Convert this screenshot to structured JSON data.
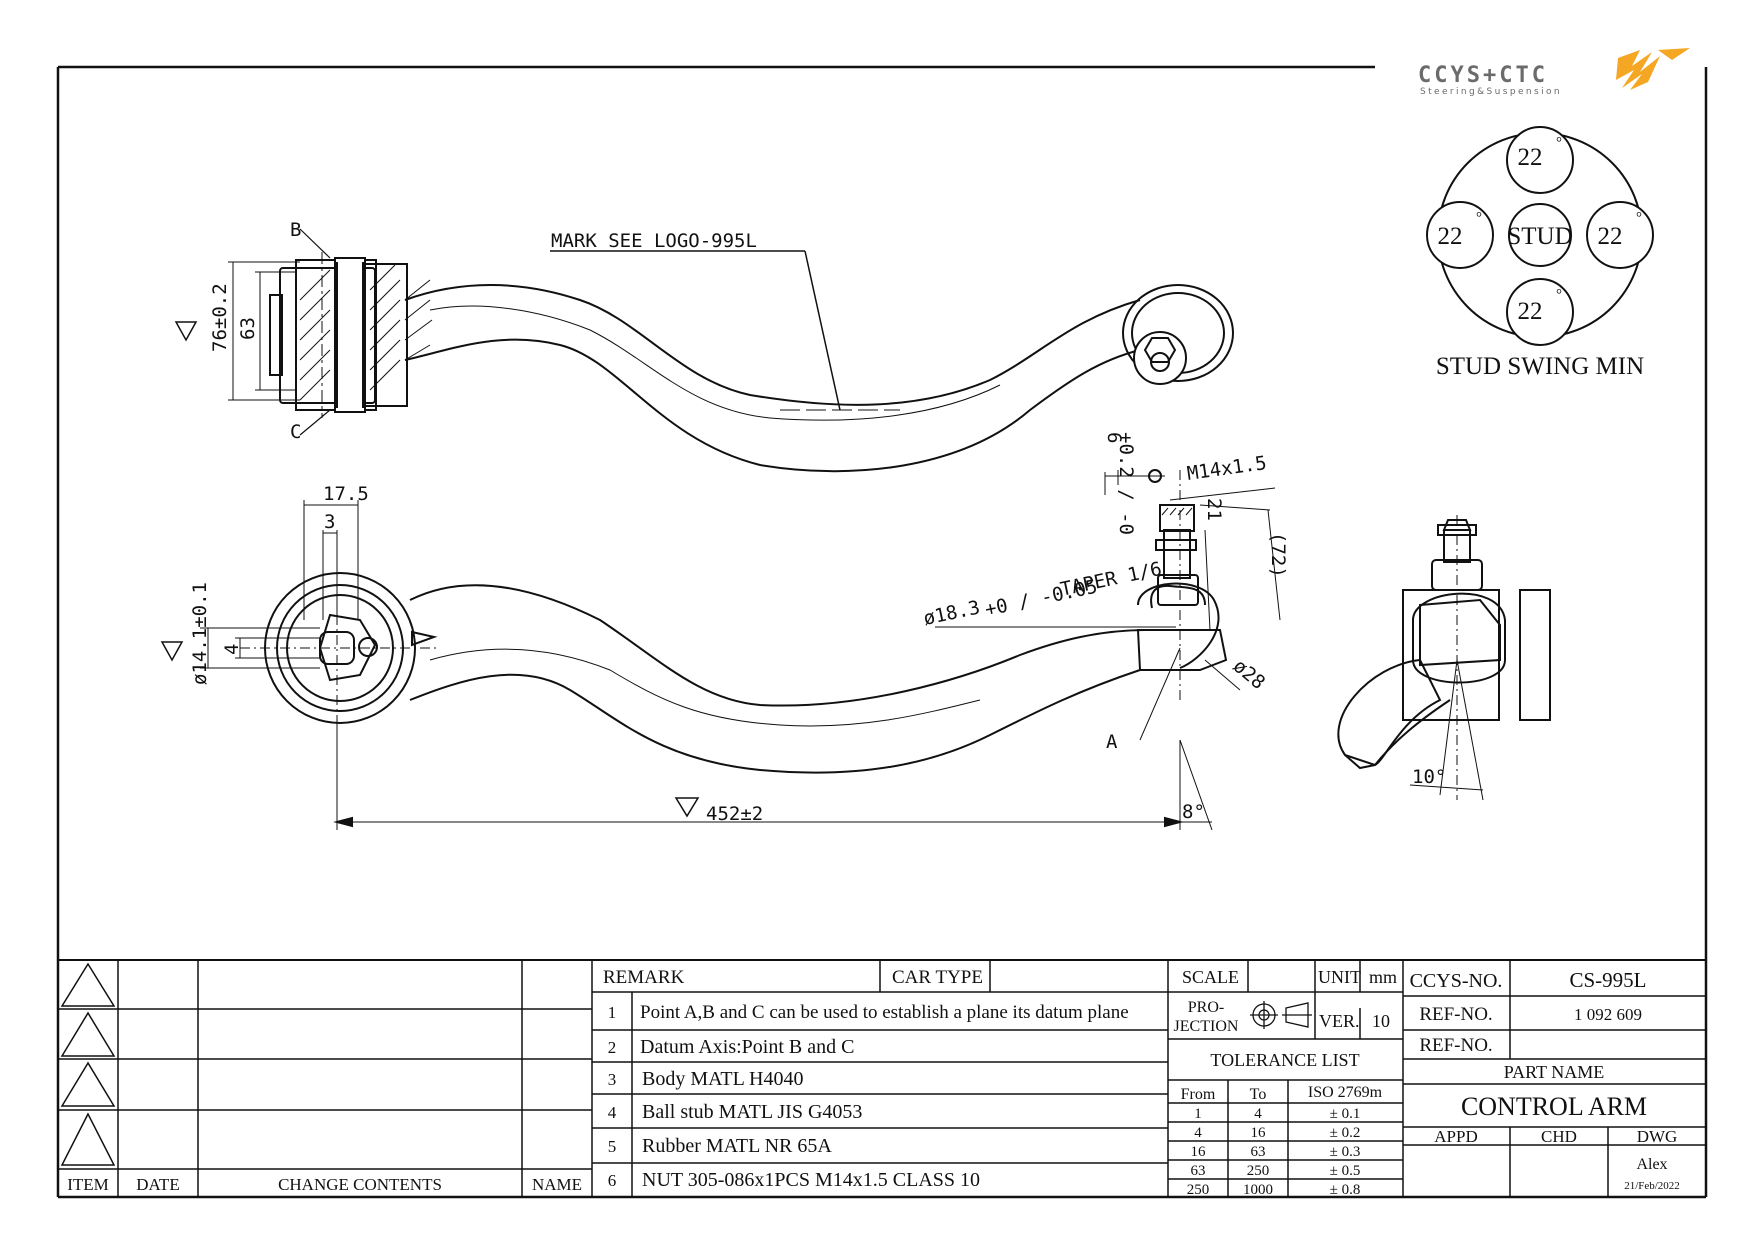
{
  "logo": {
    "brand": "CCYS+CTC",
    "tagline": "Steering&Suspension",
    "accent_color": "#f5a623",
    "icon": "ccys-ctc-logo"
  },
  "stud_swing": {
    "center_label": "STUD",
    "values": [
      "22",
      "22",
      "22",
      "22"
    ],
    "degree_mark": "°",
    "caption": "STUD SWING MIN"
  },
  "annotations": {
    "mark_note": "MARK SEE LOGO-995L",
    "point_b": "B",
    "point_c": "C",
    "point_a": "A",
    "dim_76": "76±0.2",
    "dim_63": "63",
    "dim_17_5": "17.5",
    "dim_3": "3",
    "dim_4": "4",
    "dim_14_1": "ø14.1±0.1",
    "dim_452": "452±2",
    "dim_8deg": "8°",
    "dim_6": "6",
    "dim_6_tol": "+0.2 / -0",
    "dim_m14": "M14x1.5",
    "dim_21": "21",
    "dim_72": "(72)",
    "dim_taper": "ø18.3",
    "dim_taper_tol": "+0 / -0.05",
    "dim_taper_ratio": "TAPER 1/6",
    "dim_28": "ø28",
    "dim_10deg": "10°"
  },
  "change_block": {
    "headers": [
      "ITEM",
      "DATE",
      "CHANGE CONTENTS",
      "NAME"
    ]
  },
  "remark": {
    "title": "REMARK",
    "car_type_label": "CAR TYPE",
    "car_type_value": "",
    "items": [
      {
        "no": "1",
        "text": "Point A,B and C can be used to establish a plane its datum plane"
      },
      {
        "no": "2",
        "text": "Datum Axis:Point B and C"
      },
      {
        "no": "3",
        "text": "Body MATL H4040"
      },
      {
        "no": "4",
        "text": "Ball stub MATL JIS G4053"
      },
      {
        "no": "5",
        "text": "Rubber MATL NR 65A"
      },
      {
        "no": "6",
        "text": "NUT 305-086x1PCS M14x1.5 CLASS 10"
      }
    ]
  },
  "scale_block": {
    "scale_label": "SCALE",
    "scale_value": "",
    "unit_label": "UNIT",
    "unit_value": "mm",
    "projection_label_1": "PRO-",
    "projection_label_2": "JECTION",
    "projection_icon": "first-angle-projection-icon",
    "ver_label": "VER.",
    "ver_value": "10"
  },
  "tolerance": {
    "title": "TOLERANCE LIST",
    "headers": [
      "From",
      "To",
      "ISO 2769m"
    ],
    "rows": [
      [
        "1",
        "4",
        "± 0.1"
      ],
      [
        "4",
        "16",
        "± 0.2"
      ],
      [
        "16",
        "63",
        "± 0.3"
      ],
      [
        "63",
        "250",
        "± 0.5"
      ],
      [
        "250",
        "1000",
        "± 0.8"
      ]
    ]
  },
  "title_block": {
    "ccys_no_label": "CCYS-NO.",
    "ccys_no_value": "CS-995L",
    "ref_no_label": "REF-NO.",
    "ref_no_value": "1 092 609",
    "ref_no_label_2": "REF-NO.",
    "ref_no_value_2": "",
    "part_name_label": "PART NAME",
    "part_name_value": "CONTROL ARM",
    "appd_label": "APPD",
    "chd_label": "CHD",
    "dwg_label": "DWG",
    "dwg_name": "Alex",
    "dwg_date": "21/Feb/2022"
  }
}
